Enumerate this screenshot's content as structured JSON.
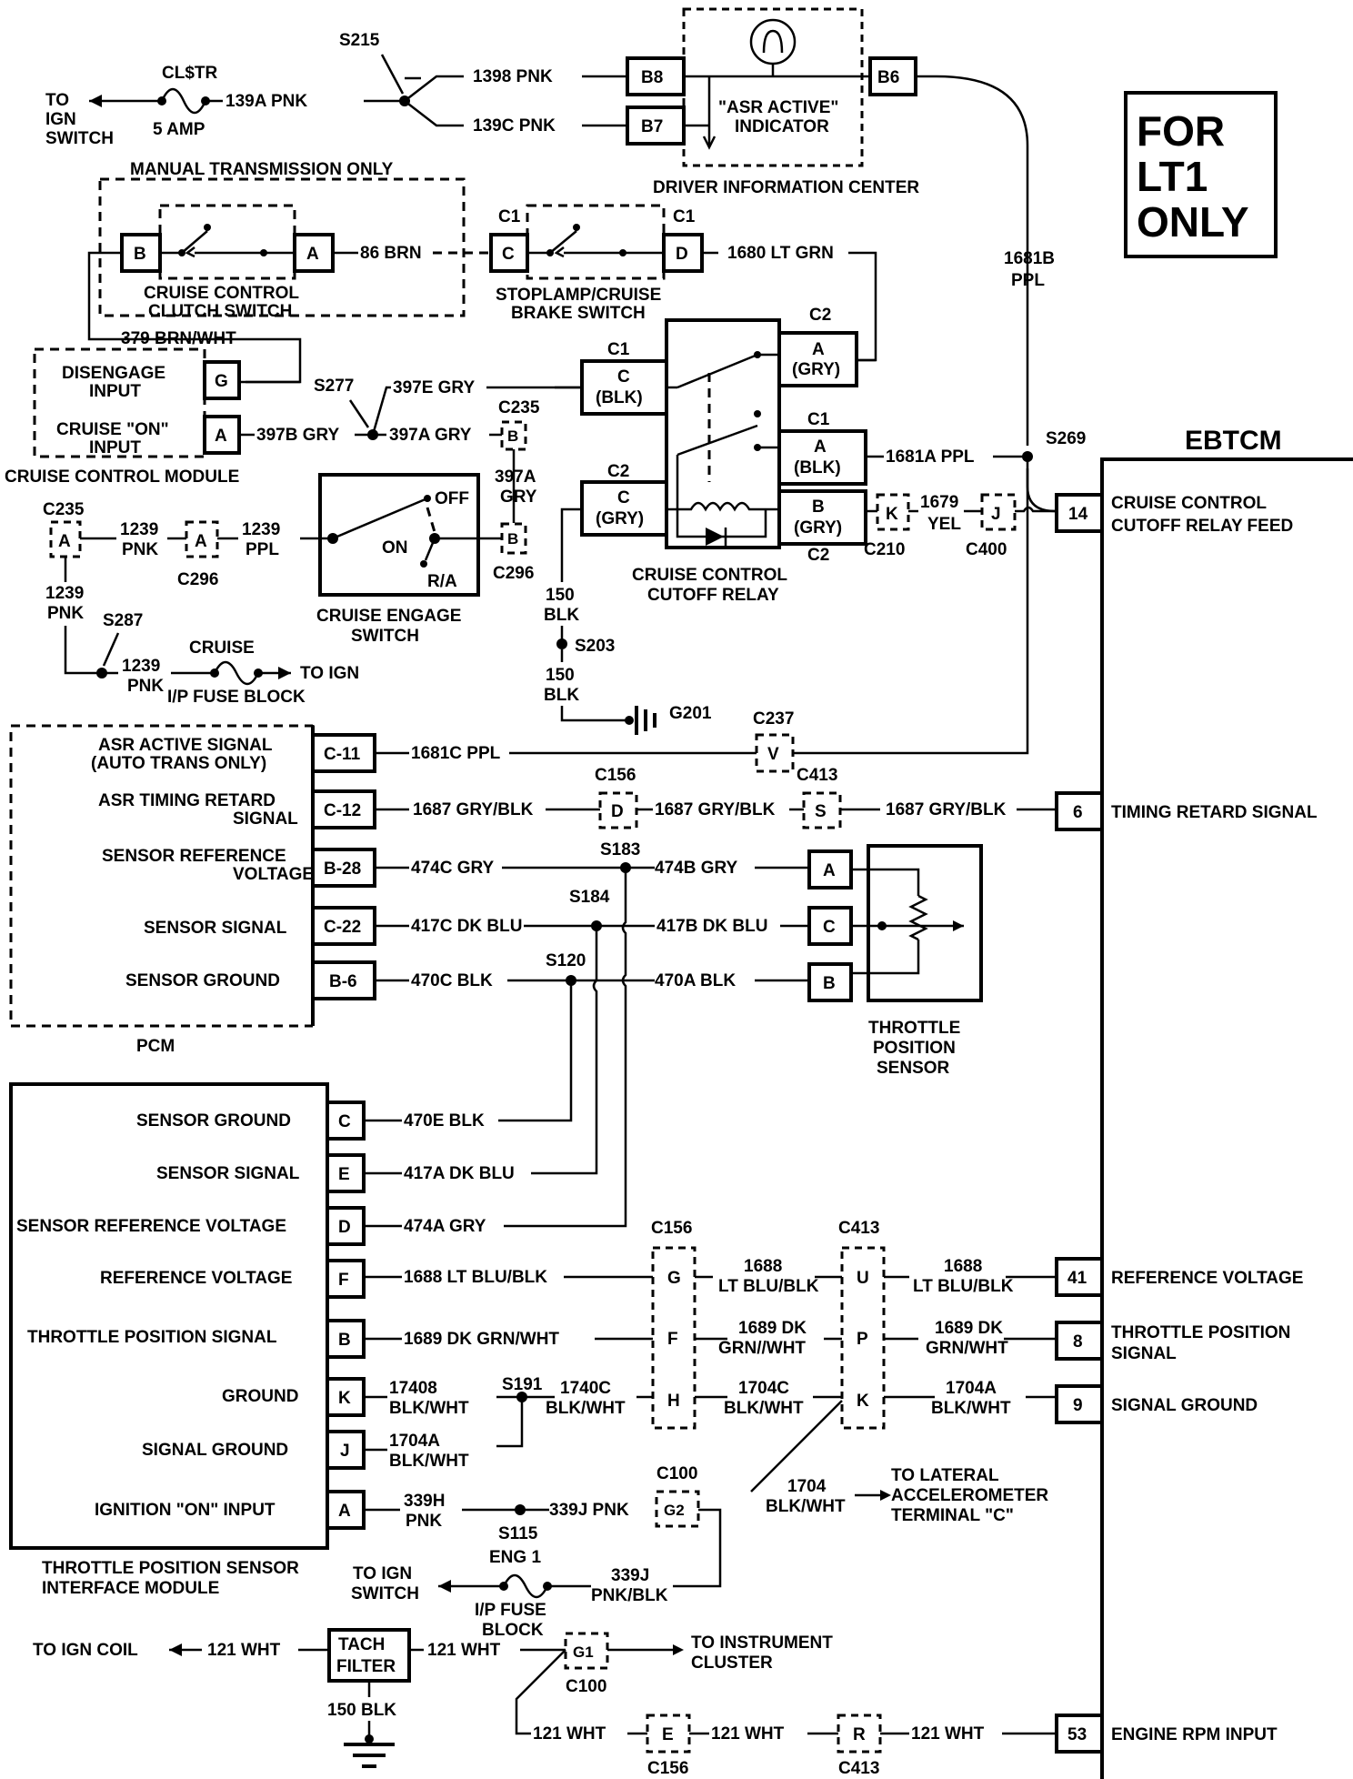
{
  "corner": {
    "line1": "FOR",
    "line2": "LT1",
    "line3": "ONLY"
  },
  "ebtcm": {
    "title": "EBTCM",
    "pins": [
      {
        "num": "14",
        "label1": "CRUISE CONTROL",
        "label2": "CUTOFF RELAY FEED"
      },
      {
        "num": "6",
        "label1": "TIMING RETARD SIGNAL",
        "label2": ""
      },
      {
        "num": "41",
        "label1": "REFERENCE VOLTAGE",
        "label2": ""
      },
      {
        "num": "8",
        "label1": "THROTTLE POSITION",
        "label2": "SIGNAL"
      },
      {
        "num": "9",
        "label1": "SIGNAL GROUND",
        "label2": ""
      },
      {
        "num": "53",
        "label1": "ENGINE RPM INPUT",
        "label2": ""
      }
    ]
  },
  "top": {
    "to_ign": [
      "TO",
      "IGN",
      "SWITCH"
    ],
    "fuse_name": "CL$TR",
    "fuse_amp": "5 AMP",
    "w139a": "139A PNK",
    "s215": "S215",
    "w139b": "1398 PNK",
    "w139c": "139C PNK",
    "b8": "B8",
    "b7": "B7",
    "b6": "B6",
    "asr1": "\"ASR ACTIVE\"",
    "asr2": "INDICATOR",
    "dic": "DRIVER INFORMATION CENTER",
    "w1681b": "1681B",
    "ppl": "PPL"
  },
  "clutch": {
    "title": "MANUAL TRANSMISSION ONLY",
    "pin_b": "B",
    "pin_a": "A",
    "w86": "86 BRN",
    "name1": "CRUISE CONTROL",
    "name2": "CLUTCH SWITCH",
    "w379": "379 BRN/WHT"
  },
  "stop": {
    "c1a": "C1",
    "c1b": "C1",
    "pin_c": "C",
    "pin_d": "D",
    "w1680": "1680 LT GRN",
    "name1": "STOPLAMP/CRUISE",
    "name2": "BRAKE SWITCH"
  },
  "module": {
    "disengage1": "DISENGAGE",
    "disengage2": "INPUT",
    "g": "G",
    "cruise_on1": "CRUISE \"ON\"",
    "cruise_on2": "INPUT",
    "a": "A",
    "name": "CRUISE CONTROL MODULE"
  },
  "mid": {
    "s277": "S277",
    "w397e": "397E GRY",
    "w397b": "397B GRY",
    "w397a": "397A GRY",
    "c235": "C235",
    "b": "B",
    "w397a2": "397A",
    "gry": "GRY",
    "c296": "C296"
  },
  "relay": {
    "c2top": "C2",
    "a_gry1": "A",
    "a_gry2": "(GRY)",
    "c1": "C1",
    "c_blk1": "C",
    "c_blk2": "(BLK)",
    "c1b": "C1",
    "a_blk1": "A",
    "a_blk2": "(BLK)",
    "c2l": "C2",
    "c_gry1": "C",
    "c_gry2": "(GRY)",
    "b_gry1": "B",
    "b_gry2": "(GRY)",
    "c2b": "C2",
    "name1": "CRUISE CONTROL",
    "name2": "CUTOFF RELAY",
    "w1681a": "1681A PPL",
    "s269": "S269",
    "k": "K",
    "w1679": "1679",
    "yel": "YEL",
    "j": "J",
    "c210": "C210",
    "c400": "C400"
  },
  "engage": {
    "off": "OFF",
    "on": "ON",
    "ra": "R/A",
    "name1": "CRUISE ENGAGE",
    "name2": "SWITCH",
    "c235": "C235",
    "a": "A",
    "w1239a": "1239",
    "pnk": "PNK",
    "a2": "A",
    "c296": "C296",
    "w1239b": "1239",
    "ppl": "PPL",
    "b": "B",
    "c296b": "C296",
    "w1239c": "1239",
    "pnk2": "PNK",
    "s287": "S287",
    "w1239d": "1239",
    "pnk3": "PNK",
    "cruise": "CRUISE",
    "to_ign": "TO IGN",
    "ip": "I/P FUSE BLOCK"
  },
  "ground": {
    "w150a": "150",
    "blk": "BLK",
    "s203": "S203",
    "w150b": "150",
    "blk2": "BLK",
    "g201": "G201"
  },
  "pcm": {
    "name": "PCM",
    "rows": [
      {
        "l1": "ASR ACTIVE SIGNAL",
        "l2": "(AUTO TRANS ONLY)",
        "pin": "C-11",
        "wire": "1681C PPL"
      },
      {
        "l1": "ASR TIMING RETARD",
        "l2": "SIGNAL",
        "pin": "C-12",
        "wire": "1687 GRY/BLK"
      },
      {
        "l1": "SENSOR REFERENCE",
        "l2": "VOLTAGE",
        "pin": "B-28",
        "wire": "474C GRY"
      },
      {
        "l1": "SENSOR SIGNAL",
        "l2": "",
        "pin": "C-22",
        "wire": "417C DK BLU"
      },
      {
        "l1": "SENSOR GROUND",
        "l2": "",
        "pin": "B-6",
        "wire": "470C BLK"
      }
    ],
    "c237": "C237",
    "v": "V",
    "c156": "C156",
    "d": "D",
    "w1687b": "1687 GRY/BLK",
    "c413": "C413",
    "s": "S",
    "w1687c": "1687 GRY/BLK",
    "s183": "S183",
    "w474b": "474B GRY",
    "s184": "S184",
    "w417b": "417B DK BLU",
    "s120": "S120",
    "w470a": "470A BLK"
  },
  "tps": {
    "a": "A",
    "c": "C",
    "b": "B",
    "name1": "THROTTLE",
    "name2": "POSITION",
    "name3": "SENSOR"
  },
  "tpsim": {
    "name1": "THROTTLE POSITION SENSOR",
    "name2": "INTERFACE MODULE",
    "rows": [
      {
        "label": "SENSOR GROUND",
        "pin": "C",
        "w1": "470E BLK",
        "w2": ""
      },
      {
        "label": "SENSOR SIGNAL",
        "pin": "E",
        "w1": "417A DK BLU",
        "w2": ""
      },
      {
        "label": "SENSOR REFERENCE VOLTAGE",
        "pin": "D",
        "w1": "474A GRY",
        "w2": ""
      },
      {
        "label": "REFERENCE VOLTAGE",
        "pin": "F",
        "w1": "1688 LT BLU/BLK",
        "w2": ""
      },
      {
        "label": "THROTTLE POSITION SIGNAL",
        "pin": "B",
        "w1": "1689 DK GRN/WHT",
        "w2": ""
      },
      {
        "label": "GROUND",
        "pin": "K",
        "w1": "17408",
        "w2": "BLK/WHT"
      },
      {
        "label": "SIGNAL GROUND",
        "pin": "J",
        "w1": "1704A",
        "w2": "BLK/WHT"
      },
      {
        "label": "IGNITION \"ON\" INPUT",
        "pin": "A",
        "w1": "339H",
        "w2": "PNK"
      }
    ]
  },
  "conn": {
    "c156": "C156",
    "c413": "C413",
    "g": "G",
    "u": "U",
    "f": "F",
    "p": "P",
    "h": "H",
    "k": "K",
    "w1688": "1688",
    "ltblu": "LT BLU/BLK",
    "w1688b": "1688",
    "ltblu2": "LT BLU/BLK",
    "w1689": "1689 DK",
    "grn": "GRN//WHT",
    "w1689b": "1689 DK",
    "grn2": "GRN/WHT",
    "s191": "S191",
    "w1740c": "1740C",
    "blkwht": "BLK/WHT",
    "w1704c": "1704C",
    "blkwht2": "BLK/WHT",
    "w1704a": "1704A",
    "blkwht3": "BLK/WHT",
    "w1704": "1704",
    "blkwht4": "BLK/WHT",
    "lat1": "TO LATERAL",
    "lat2": "ACCELEROMETER",
    "lat3": "TERMINAL \"C\""
  },
  "bottom": {
    "s115": "S115",
    "w339j": "339J PNK",
    "c100": "C100",
    "g2": "G2",
    "w339j2": "339J",
    "pnkblk": "PNK/BLK",
    "to_ign": "TO IGN",
    "switch": "SWITCH",
    "eng1": "ENG 1",
    "ip1": "I/P FUSE",
    "ip2": "BLOCK",
    "coil": "TO IGN COIL",
    "w121a": "121 WHT",
    "tach1": "TACH",
    "tach2": "FILTER",
    "w121b": "121 WHT",
    "g1": "G1",
    "c100b": "C100",
    "inst1": "TO INSTRUMENT",
    "inst2": "CLUSTER",
    "w150": "150 BLK",
    "w121c": "121 WHT",
    "e": "E",
    "c156": "C156",
    "w121d": "121 WHT",
    "r": "R",
    "c413": "C413",
    "w121e": "121 WHT"
  }
}
